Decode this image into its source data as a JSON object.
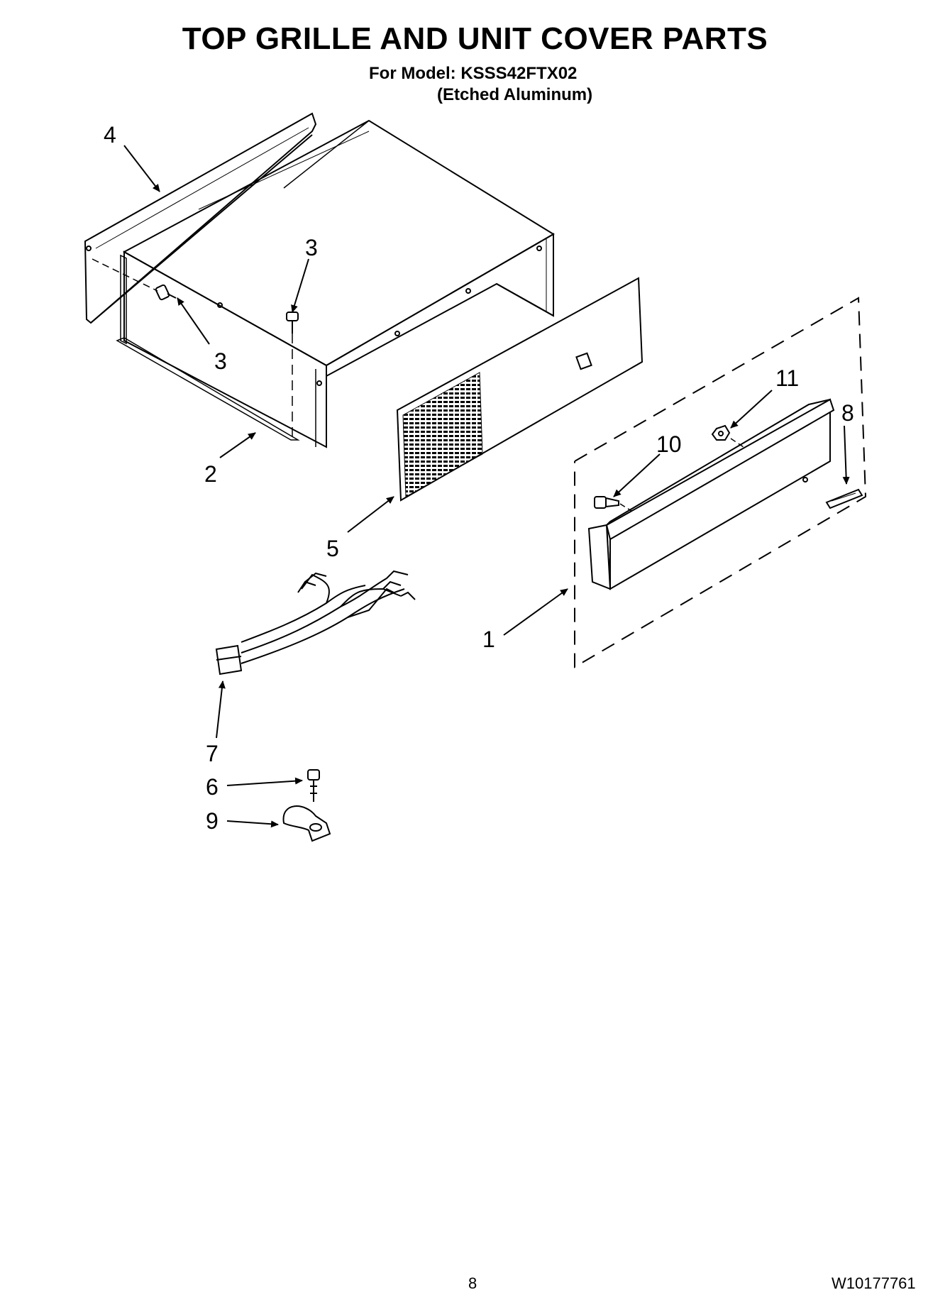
{
  "header": {
    "title": "TOP GRILLE AND UNIT COVER PARTS",
    "model_line": "For Model: KSSS42FTX02",
    "finish_line": "(Etched Aluminum)"
  },
  "callouts": {
    "c1": "1",
    "c2": "2",
    "c3a": "3",
    "c3b": "3",
    "c4": "4",
    "c5": "5",
    "c6": "6",
    "c7": "7",
    "c8": "8",
    "c9": "9",
    "c10": "10",
    "c11": "11"
  },
  "footer": {
    "page_number": "8",
    "document_number": "W10177761"
  }
}
